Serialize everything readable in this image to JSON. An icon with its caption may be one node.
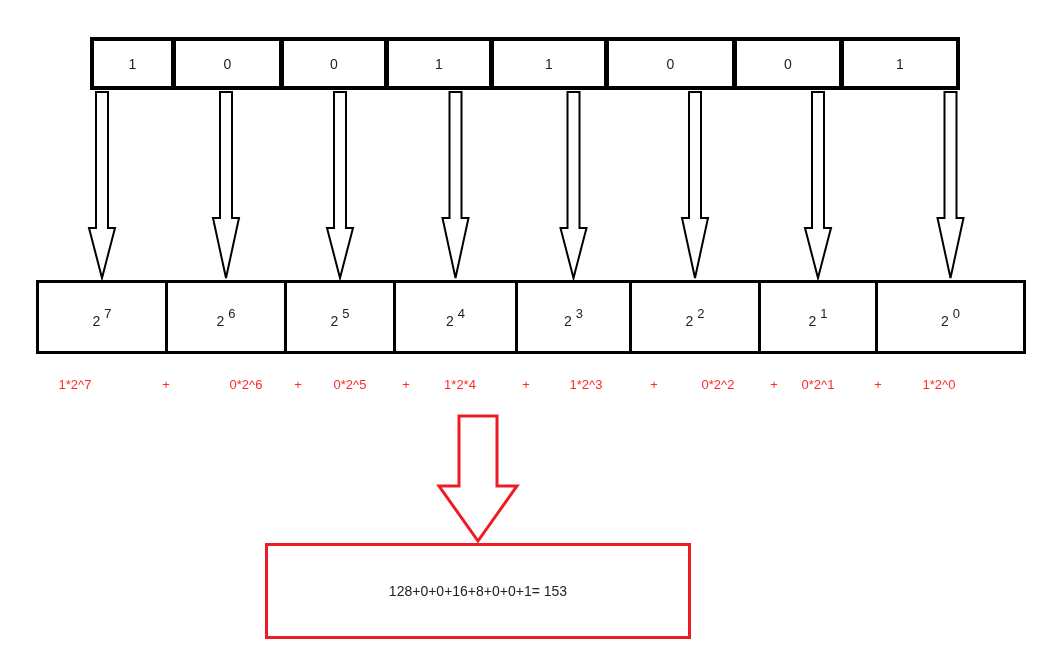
{
  "diagram": {
    "nodes": [
      {
        "text": [
          "1"
        ]
      },
      {
        "text": [
          "0"
        ]
      },
      {
        "text": [
          "0"
        ]
      },
      {
        "text": [
          "1"
        ]
      },
      {
        "text": [
          "1"
        ]
      },
      {
        "text": [
          "0"
        ]
      },
      {
        "text": [
          "0"
        ]
      },
      {
        "text": [
          "1"
        ]
      },
      {
        "text": [
          "2$^{7}$"
        ]
      },
      {
        "text": [
          "2$^{6}$"
        ]
      },
      {
        "text": [
          "2$^{5}$"
        ]
      },
      {
        "text": [
          "2$^{4}$"
        ]
      },
      {
        "text": [
          "2$^{3}$"
        ]
      },
      {
        "text": [
          "2$^{2}$"
        ]
      },
      {
        "text": [
          "2$^{1}$"
        ]
      },
      {
        "text": [
          "2$^{0}$"
        ]
      },
      {
        "text": [
          "128+0+0+16+8+0+0+1= 153"
        ]
      }
    ],
    "edges": [
      {
        "from": 0,
        "to": 8,
        "arrow": "to"
      },
      {
        "from": 1,
        "to": 9,
        "arrow": "to"
      },
      {
        "from": 2,
        "to": 10,
        "arrow": "to"
      },
      {
        "from": 3,
        "to": 11,
        "arrow": "to"
      },
      {
        "from": 4,
        "to": 12,
        "arrow": "to"
      },
      {
        "from": 5,
        "to": 13,
        "arrow": "to"
      },
      {
        "from": 6,
        "to": 14,
        "arrow": "to"
      },
      {
        "from": 7,
        "to": 15,
        "arrow": "to"
      },
      {
        "from": null,
        "to": 16,
        "arrow": "to",
        "color": "#ed1c24"
      }
    ],
    "labels": [
      "1*2^7",
      "+",
      "0*2^6",
      "+",
      "0*2^5",
      "+",
      "1*2*4",
      "+",
      "1*2^3",
      "+",
      "0*2^2",
      "+",
      "0*2^1",
      "+",
      "1*2^0"
    ]
  }
}
